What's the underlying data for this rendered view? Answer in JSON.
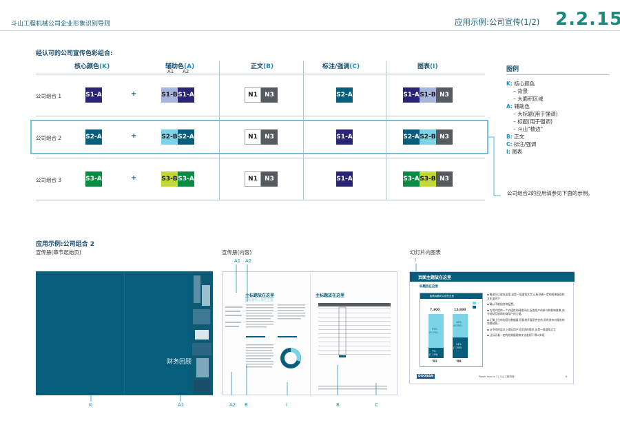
{
  "header": {
    "left_title": "斗山工程机械公司企业形象识别导则",
    "right_title": "应用示例:公司宣传(1/2)",
    "section_number": "2.2.15"
  },
  "combos": {
    "title": "经认可的公司宣传色彩组合:",
    "columns": {
      "core": "核心颜色",
      "core_code": "(K)",
      "aux": "辅助色",
      "aux_code": "(A)",
      "aux_sub1": "A1",
      "aux_sub2": "A2",
      "body": "正文",
      "body_code": "(B)",
      "mark": "标注/强调",
      "mark_code": "(C)",
      "chart": "图表",
      "chart_code": "(I)"
    },
    "rows": [
      {
        "label": "公司组合 1",
        "plus": "+",
        "core": "S1-A",
        "aux": [
          "S1-B",
          "S1-A"
        ],
        "body": [
          "N1",
          "N3"
        ],
        "mark": "S2-A",
        "chart": [
          "S1-A",
          "S1-B",
          "N3"
        ]
      },
      {
        "label": "公司组合 2",
        "plus": "+",
        "core": "S2-A",
        "aux": [
          "S2-B",
          "S2-A"
        ],
        "body": [
          "N1",
          "N3"
        ],
        "mark": "S1-A",
        "chart": [
          "S2-A",
          "S2-B",
          "N3"
        ]
      },
      {
        "label": "公司组合 3",
        "plus": "+",
        "core": "S3-A",
        "aux": [
          "S3-B",
          "S3-A"
        ],
        "body": [
          "N1",
          "N3"
        ],
        "mark": "S1-A",
        "chart": [
          "S3-A",
          "S3-B",
          "N3"
        ]
      }
    ]
  },
  "colors": {
    "S1-A": "#2a2475",
    "S1-B": "#a7b4dc",
    "S2-A": "#065e7c",
    "S2-B": "#7dd3e6",
    "S3-A": "#0a8b43",
    "S3-B": "#c3d838",
    "N1": "#ffffff",
    "N3": "#575a5e"
  },
  "legend": {
    "title": "图例",
    "items": [
      {
        "key": "K:",
        "text": "核心颜色",
        "subs": [
          "背景",
          "大面积区域"
        ]
      },
      {
        "key": "A:",
        "text": "辅助色",
        "subs": [
          "大标题(用于强调)",
          "标题(用于强调)",
          "斗山\"楼边\""
        ]
      },
      {
        "key": "B:",
        "text": "正文",
        "subs": []
      },
      {
        "key": "C:",
        "text": "标注/强调",
        "subs": []
      },
      {
        "key": "I:",
        "text": "图表",
        "subs": []
      }
    ],
    "note": "公司组合2的应用请参见下面的示例。"
  },
  "examples": {
    "title": "应用示例:公司组合 2",
    "brochure_cover": {
      "caption": "宣传册(章节起始页)",
      "cover_text": "财务回顾",
      "labels": [
        "K",
        "A1"
      ]
    },
    "brochure_inner": {
      "caption": "宣传册(内容)",
      "top_labels": [
        "A1",
        "A2"
      ],
      "heading": "主标题放在这里",
      "subheading": "副标题可以放在这里",
      "bottom_labels": [
        "A2",
        "B",
        "I",
        "B",
        "C"
      ]
    },
    "slide": {
      "caption": "幻灯片内图表",
      "top_label": "I",
      "title": "页面主题放在这里",
      "subtitle": "标题放在这里",
      "chart_title": "图表标题可以放在这里",
      "bars": [
        {
          "year": "'01",
          "total": "7,300",
          "top_label": "93%",
          "top_value": "(6,200)",
          "bottom_label": "7%",
          "bottom_value": "(1,100)"
        },
        {
          "year": "'08",
          "total": "13,800",
          "top_label": "46%",
          "top_value": "(6,300)",
          "bottom_label": "54%",
          "bottom_value": "(7,500)"
        }
      ],
      "bullets": [
        "概述可以放在这里,这是一段虚拟文字,让标识者一定的效果展现和文化准则下",
        "确认不能组合和配置。",
        "为用户提供一个价值性的网络平台,促进用户的参与和影响效果,充分调动互联网的商用户的力量。",
        "汇聚上位的内容与数据量,积极地开展宣传合作,同时发布对服务的完美结合。",
        "从不同的层次上满足用户对优质的需求,这是一段虚拟文字",
        "让标识者一定的效果展现和文化准则下得以实现"
      ],
      "footer_brand": "DOOSAN",
      "footer_text": "Power Source 1 | 斗山工程机械",
      "page_num": "8"
    }
  }
}
